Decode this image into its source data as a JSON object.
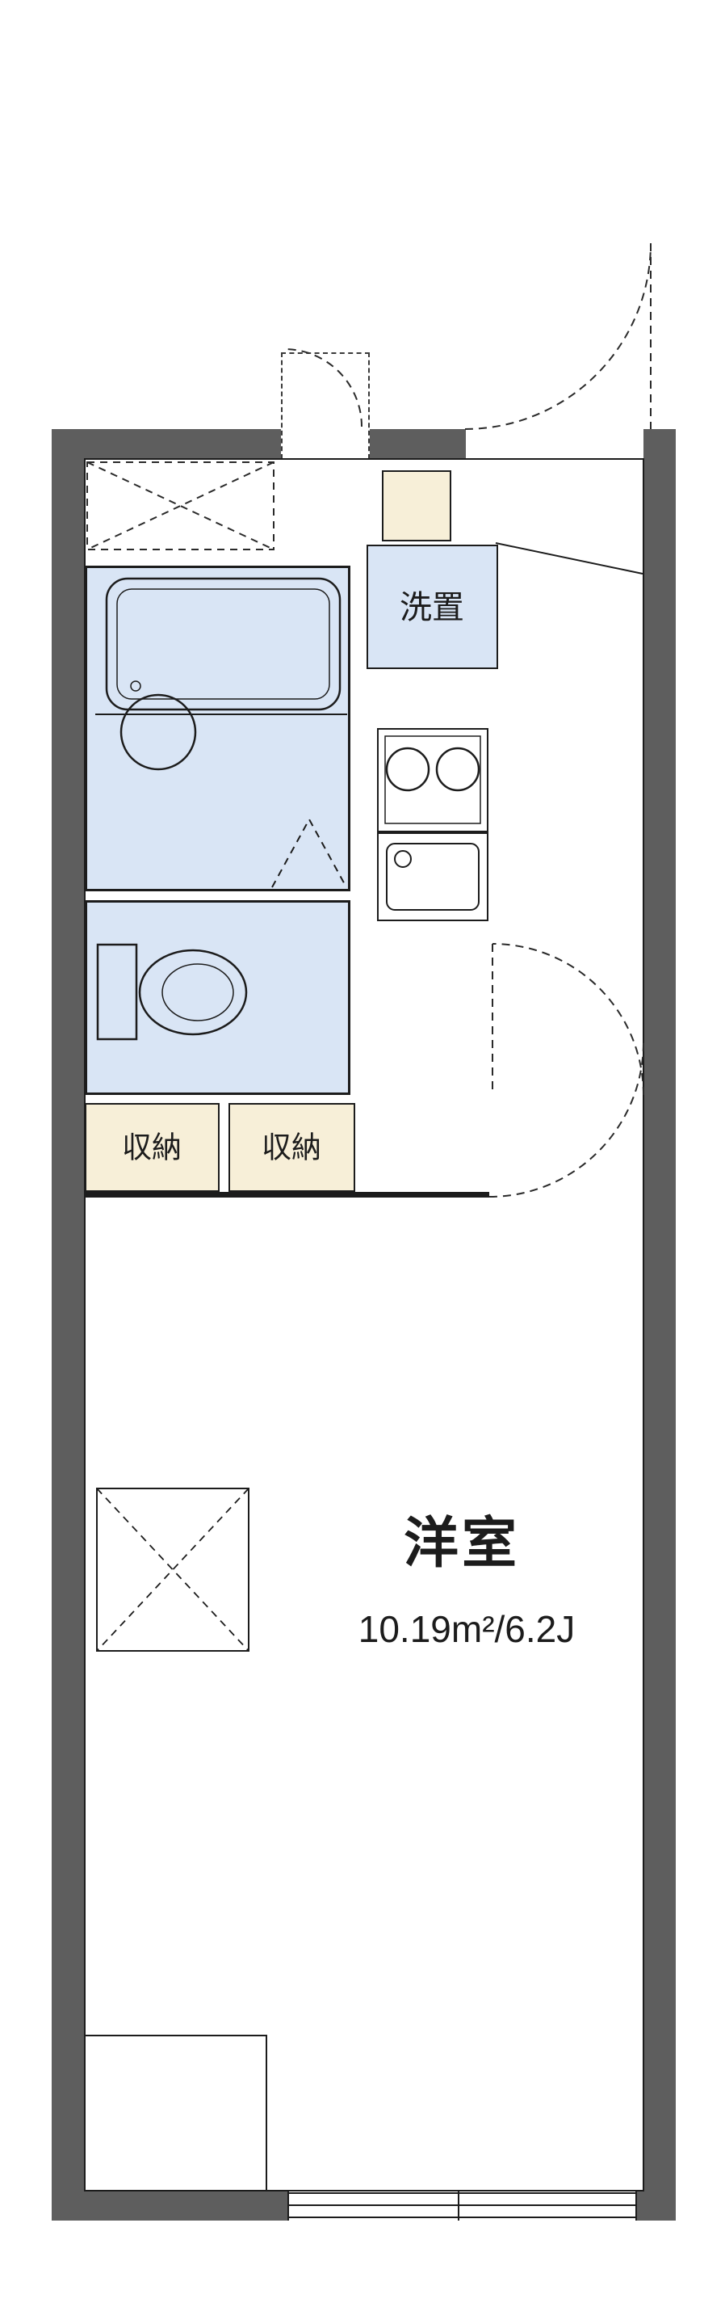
{
  "plan": {
    "labels": {
      "laundry": "洗置",
      "storage1": "収納",
      "storage2": "収納",
      "room_name": "洋室",
      "room_area": "10.19m²/6.2J"
    },
    "colors": {
      "wall": "#5e5e5e",
      "wet": "#d9e5f5",
      "cream": "#f7efd8",
      "line": "#1c1c1c",
      "bg": "#ffffff"
    }
  }
}
